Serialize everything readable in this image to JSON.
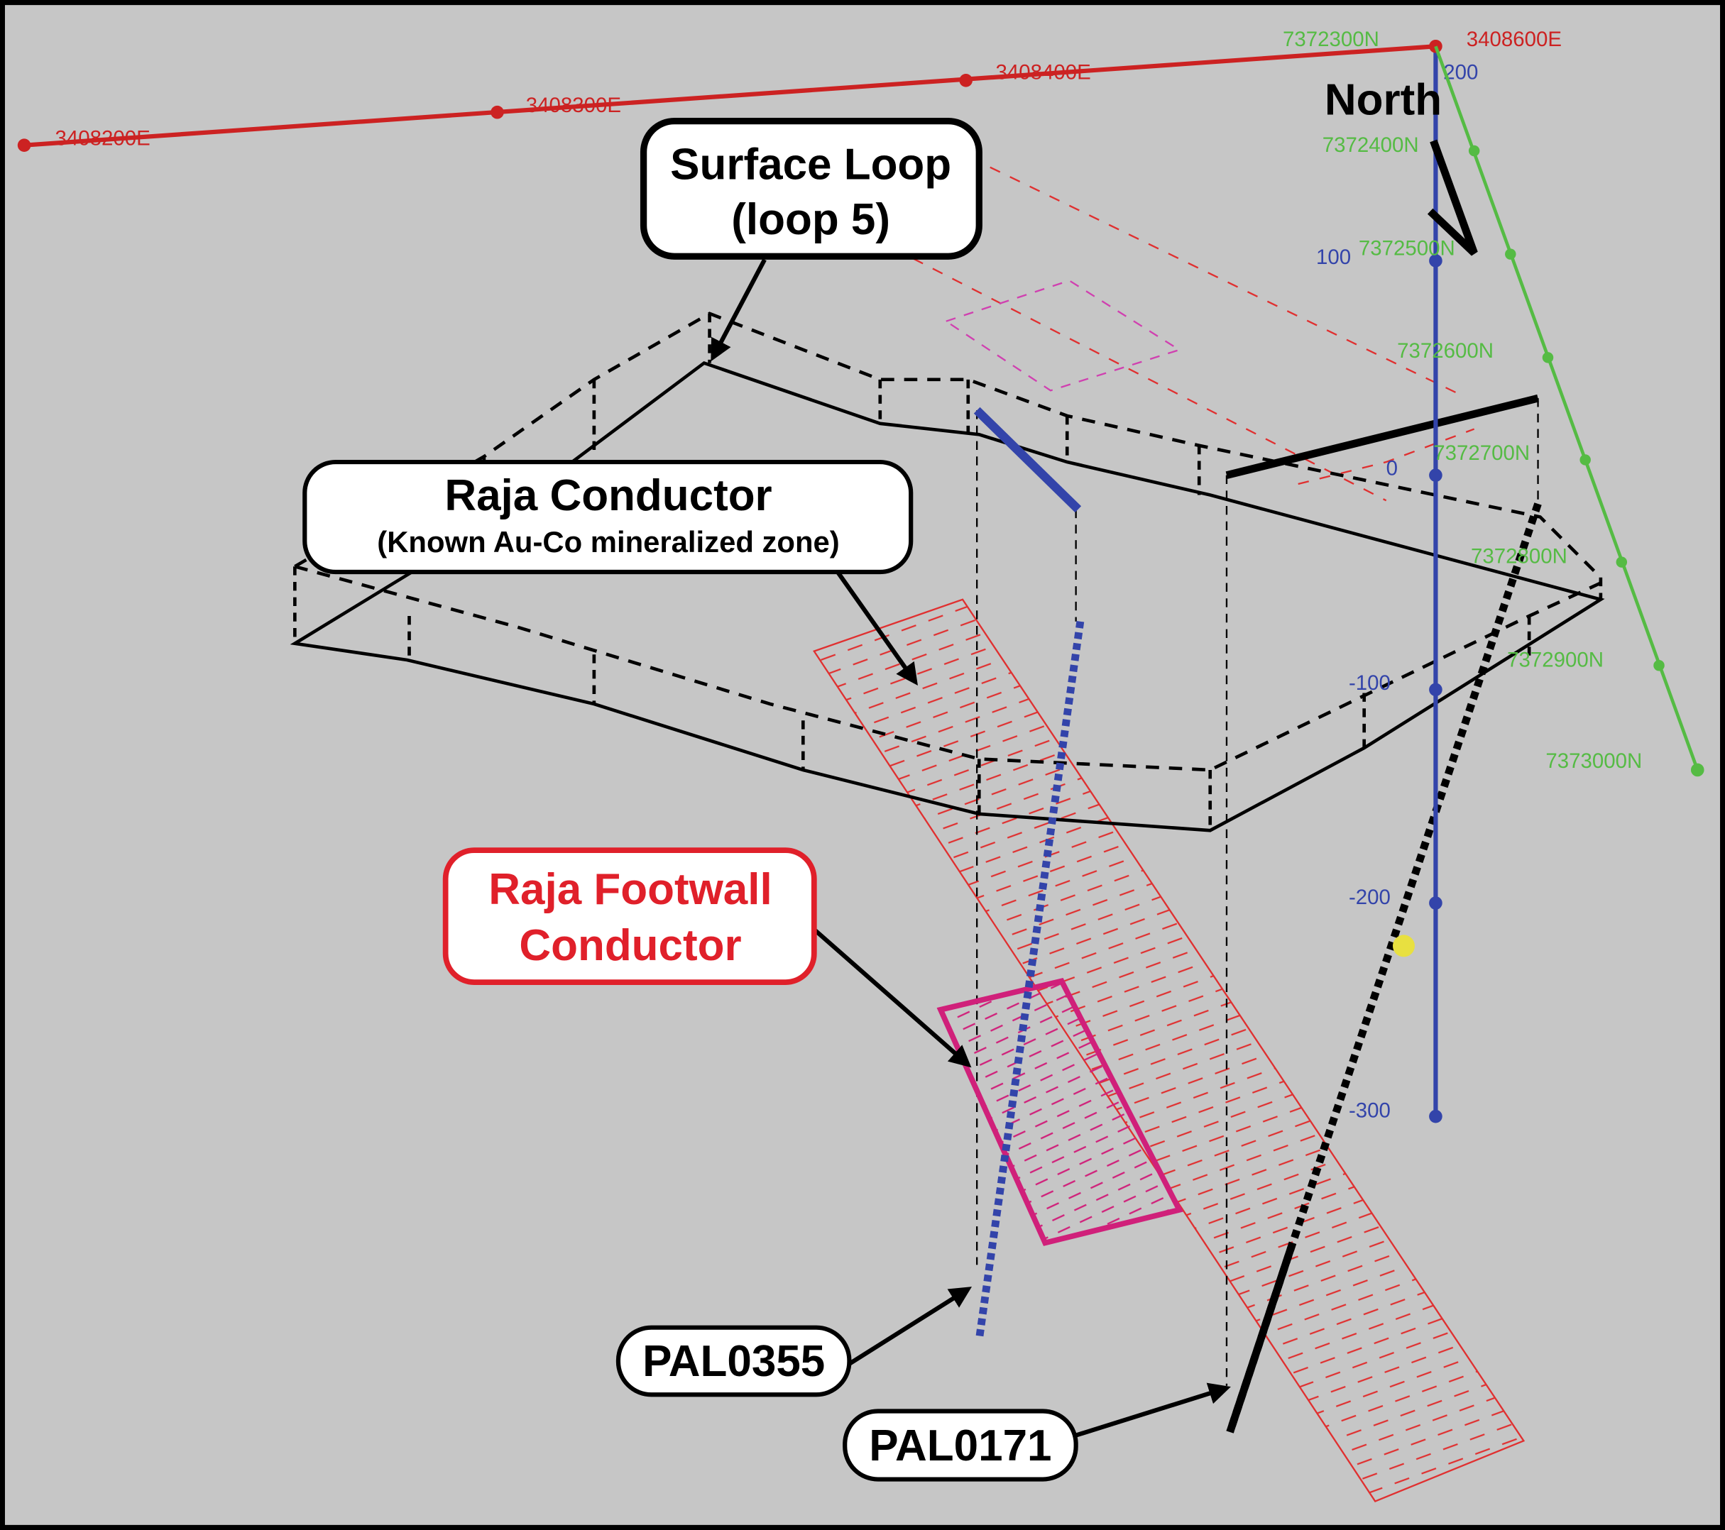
{
  "colors": {
    "background": "#c6c6c6",
    "easting_axis": "#cc2222",
    "northing_axis": "#55bb44",
    "elevation_axis": "#3344aa",
    "raja_conductor": "#e03030",
    "footwall_conductor": "#d0207a",
    "footwall_label": "#e0202a",
    "collar_marker": "#e8e040"
  },
  "north_arrow": {
    "label": "North"
  },
  "easting_axis": {
    "labels": [
      "3408200E",
      "3408300E",
      "3408400E",
      "3408600E"
    ]
  },
  "northing_axis": {
    "labels": [
      "7372300N",
      "7372400N",
      "7372500N",
      "7372600N",
      "7372700N",
      "7372800N",
      "7372900N",
      "7373000N"
    ]
  },
  "elevation_axis": {
    "labels": [
      "200",
      "100",
      "0",
      "-100",
      "-200",
      "-300"
    ]
  },
  "callouts": {
    "surface_loop": {
      "line1": "Surface Loop",
      "line2": "(loop 5)"
    },
    "raja_conductor": {
      "title": "Raja Conductor",
      "subtitle": "(Known Au-Co mineralized zone)"
    },
    "footwall_conductor": {
      "line1": "Raja Footwall",
      "line2": "Conductor"
    },
    "pal0355": {
      "label": "PAL0355"
    },
    "pal0171": {
      "label": "PAL0171"
    }
  }
}
